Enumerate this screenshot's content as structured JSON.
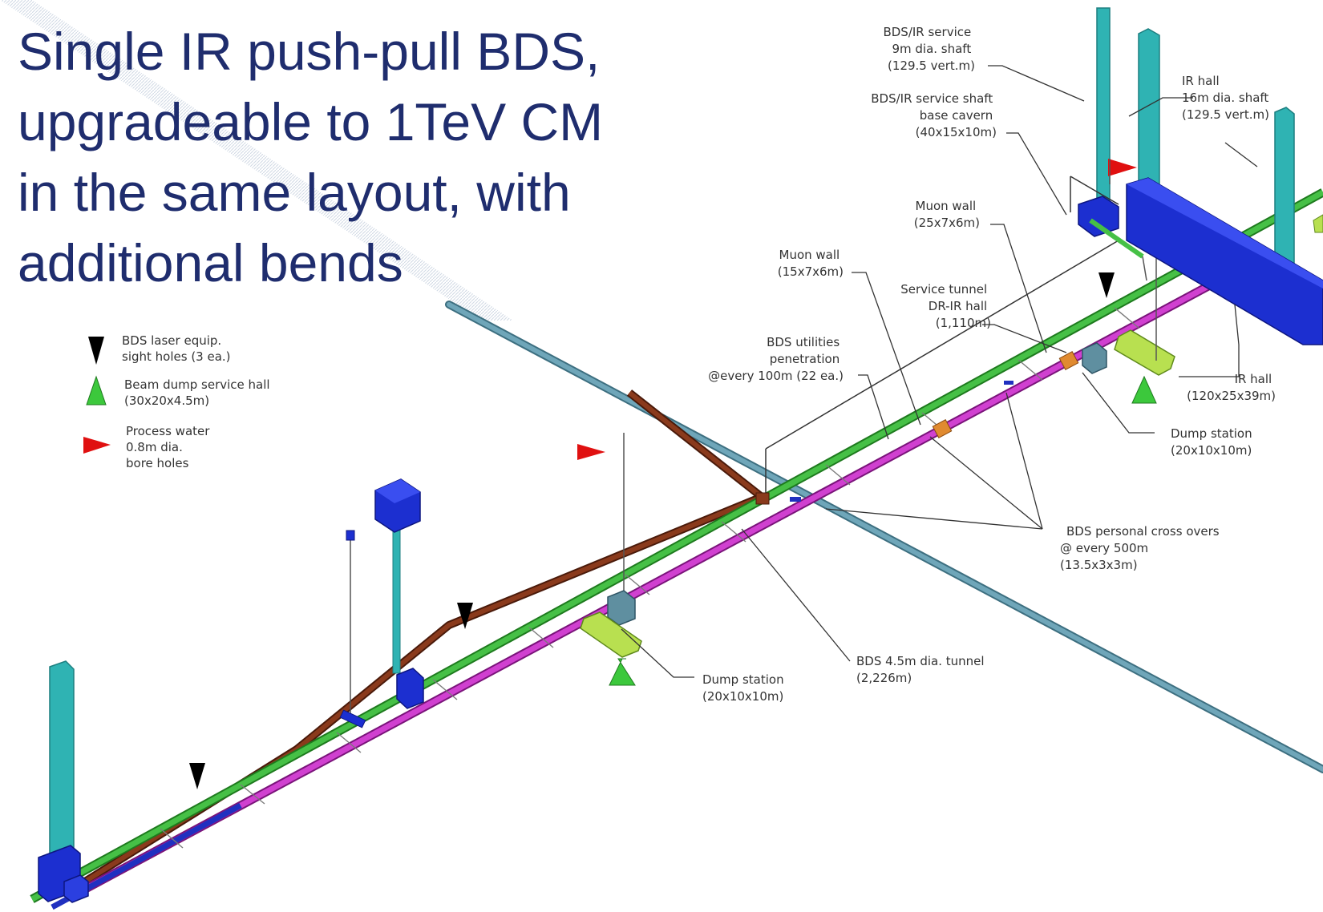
{
  "title": {
    "lines": [
      "Single IR push-pull BDS,",
      "upgradeable to 1TeV CM",
      "in the same layout, with",
      "additional bends"
    ]
  },
  "legend": {
    "laser_sight_holes": [
      "BDS laser equip.",
      "sight holes (3 ea.)"
    ],
    "beam_dump_service_hall": [
      "Beam dump service hall",
      "(30x20x4.5m)"
    ],
    "process_water": [
      "Process water",
      "0.8m dia.",
      "bore holes"
    ]
  },
  "annotations": {
    "bds_ir_service_shaft": [
      "BDS/IR service",
      "9m dia. shaft",
      "(129.5 vert.m)"
    ],
    "bds_ir_service_shaft_base": [
      "BDS/IR service shaft",
      "base cavern",
      "(40x15x10m)"
    ],
    "ir_hall_shaft": [
      "IR hall",
      "16m dia. shaft",
      "(129.5 vert.m)"
    ],
    "muon_wall_large": [
      "Muon wall",
      "(25x7x6m)"
    ],
    "muon_wall_small": [
      "Muon wall",
      "(15x7x6m)"
    ],
    "service_tunnel": [
      "Service tunnel",
      "DR-IR hall",
      "(1,110m)"
    ],
    "bds_utilities": [
      "BDS utilities",
      "penetration",
      "@every 100m (22 ea.)"
    ],
    "ir_hall": [
      "IR hall",
      "(120x25x39m)"
    ],
    "dump_station_right": [
      "Dump station",
      "(20x10x10m)"
    ],
    "cross_overs": [
      "BDS personal cross overs",
      "@ every 500m",
      "(13.5x3x3m)"
    ],
    "bds_tunnel": [
      "BDS 4.5m dia. tunnel",
      "(2,226m)"
    ],
    "dump_station_left": [
      "Dump station",
      "(20x10x10m)"
    ]
  },
  "colors": {
    "title": "#1f2d6e",
    "tunnel_green": "#3cb43c",
    "tunnel_magenta": "#c832c8",
    "tunnel_brown": "#7a3218",
    "service_tunnel": "#5f95a8",
    "shaft": "#2fb3b3",
    "hall_blue": "#1c2fd0",
    "marker_green": "#3cc83c",
    "marker_red": "#e01010"
  }
}
